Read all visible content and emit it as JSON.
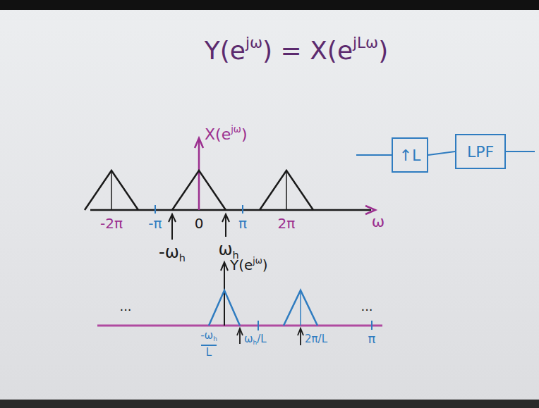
{
  "diagram": {
    "nodes": [
      {
        "text": [
          "↑L"
        ]
      },
      {
        "text": [
          "LPF"
        ]
      }
    ],
    "edges": [
      {
        "from": 0,
        "to": 1,
        "arrow": "none"
      }
    ],
    "labels": [
      "Y(e",
      "jω",
      ") = X(e",
      "jLω",
      ")",
      "X(e",
      "jω",
      ")",
      "-2π",
      "-π",
      "0",
      "π",
      "2π",
      "ω",
      "-ω",
      "h",
      "ω",
      "h",
      "Y(e",
      "jω",
      ")",
      "...",
      "...",
      "-ω",
      "h",
      "L",
      "ω",
      "h",
      "/L",
      "2π/L",
      "π"
    ]
  }
}
